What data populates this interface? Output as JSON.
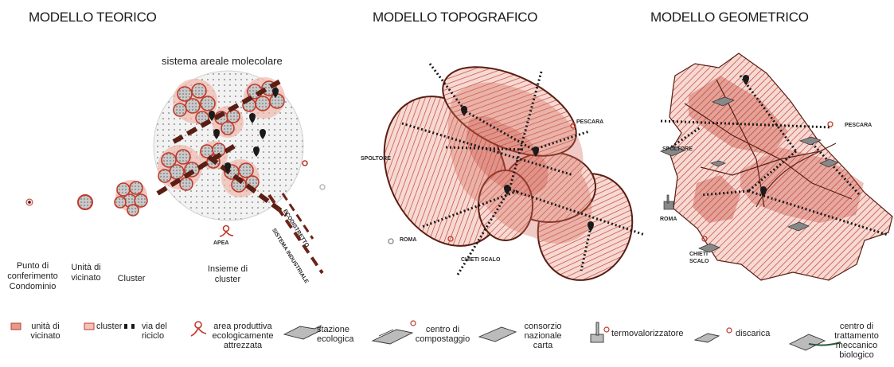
{
  "titles": {
    "teorico": "MODELLO TEORICO",
    "topografico": "MODELLO TOPOGRAFICO",
    "geometrico": "MODELLO GEOMETRICO"
  },
  "teorico": {
    "system_label": "sistema areale molecolare",
    "stages": [
      "Punto di conferimento Condominio",
      "Unità di vicinato",
      "Cluster",
      "Insieme di cluster"
    ],
    "apea_label": "APEA",
    "ecodistretto_label": "ECODISTRETTO",
    "sistema_industriale_label": "SISTEMA INDUSTRIALE"
  },
  "topografico": {
    "places": [
      "PESCARA",
      "SPOLTORE",
      "ROMA",
      "CHIETI SCALO"
    ]
  },
  "geometrico": {
    "places": [
      "PESCARA",
      "SPOLTORE",
      "ROMA",
      "CHIETI SCALO"
    ]
  },
  "legend": {
    "unita": "unità di vicinato",
    "cluster": "cluster",
    "via": "via del riciclo",
    "area": "area produttiva ecologicamente attrezzata",
    "stazione": "stazione ecologica",
    "compostaggio": "centro di compostaggio",
    "consorzio": "consorzio nazionale carta",
    "termo": "termovalorizzatore",
    "discarica": "discarica",
    "trattamento": "centro di trattamento meccanico biologico"
  },
  "colors": {
    "red": "#c0392b",
    "salmon": "#e59a8b",
    "dark_brown": "#5a1e14",
    "map_fill": "#e8a89c"
  }
}
